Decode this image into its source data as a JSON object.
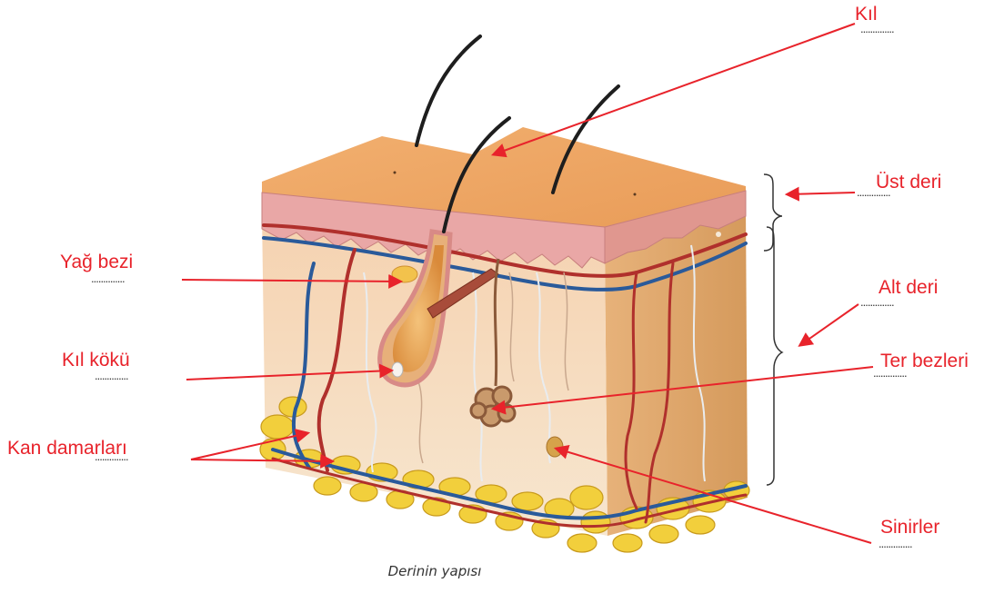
{
  "diagram": {
    "caption": "Derinin yapısı",
    "labels": {
      "kil": "Kıl",
      "ust_deri": "Üst deri",
      "yag_bezi": "Yağ bezi",
      "alt_deri": "Alt deri",
      "kil_koku": "Kıl kökü",
      "ter_bezleri": "Ter bezleri",
      "kan_damarlari": "Kan damarları",
      "sinirler": "Sinirler"
    },
    "blank": "..............",
    "colors": {
      "label": "#e8232b",
      "arrow": "#e8232b",
      "epidermis_top": "#f0a868",
      "dermis": "#f6dcc0",
      "fat": "#f2cf3c",
      "artery": "#b0302c",
      "vein": "#2a5a9a"
    }
  }
}
